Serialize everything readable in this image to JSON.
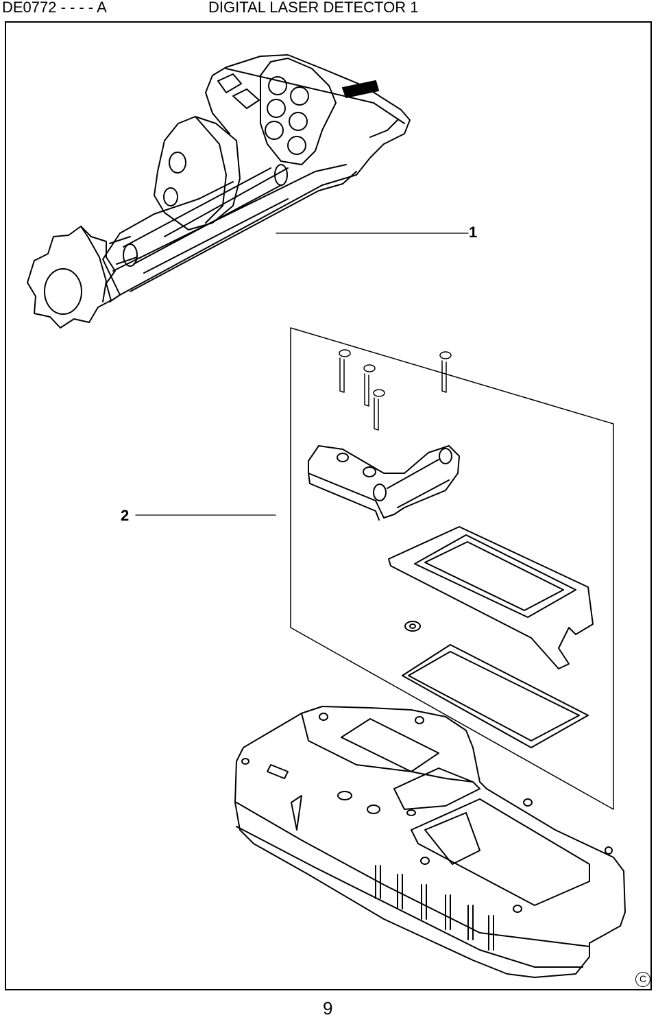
{
  "header": {
    "code": "DE0772 - - - - A",
    "title": "DIGITAL LASER DETECTOR 1"
  },
  "callouts": [
    "1",
    "2"
  ],
  "footer": {
    "copyright": "C",
    "page_number": "9"
  }
}
